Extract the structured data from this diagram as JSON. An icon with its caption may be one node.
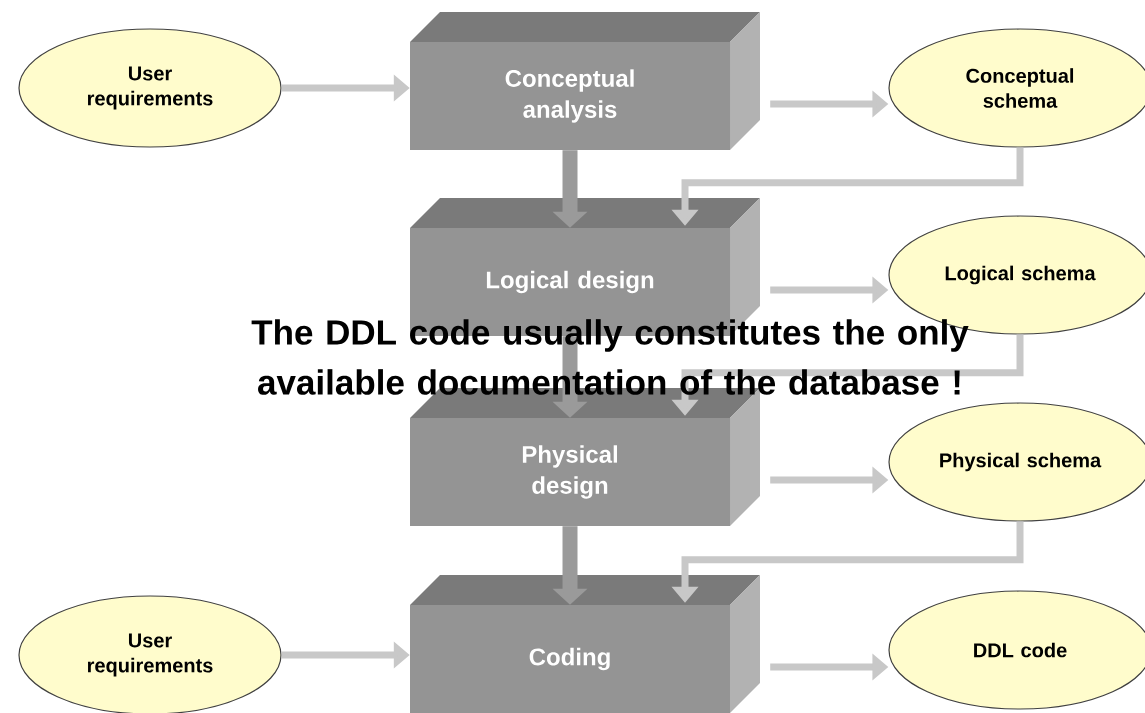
{
  "diagram": {
    "nodes": [
      {
        "text": [
          "User requirements"
        ]
      },
      {
        "text": [
          "Conceptual analysis"
        ]
      },
      {
        "text": [
          "Conceptual schema"
        ]
      },
      {
        "text": [
          "Logical design"
        ]
      },
      {
        "text": [
          "Logical schema"
        ]
      },
      {
        "text": [
          "Physical design"
        ]
      },
      {
        "text": [
          "Physical schema"
        ]
      },
      {
        "text": [
          "User requirements"
        ]
      },
      {
        "text": [
          "Coding"
        ]
      },
      {
        "text": [
          "DDL code"
        ]
      }
    ],
    "edges": [
      {
        "from": 0,
        "to": 1,
        "arrow": "to"
      },
      {
        "from": 1,
        "to": 2,
        "arrow": "to"
      },
      {
        "from": 1,
        "to": 3,
        "arrow": "to",
        "style": "thick",
        "color": "#9a9a9a"
      },
      {
        "from": 2,
        "to": 3,
        "arrow": "to"
      },
      {
        "from": 3,
        "to": 4,
        "arrow": "to"
      },
      {
        "from": 3,
        "to": 5,
        "arrow": "to",
        "style": "thick",
        "color": "#9a9a9a"
      },
      {
        "from": 4,
        "to": 5,
        "arrow": "to"
      },
      {
        "from": 5,
        "to": 6,
        "arrow": "to"
      },
      {
        "from": 5,
        "to": 8,
        "arrow": "to",
        "style": "thick",
        "color": "#9a9a9a"
      },
      {
        "from": 6,
        "to": 8,
        "arrow": "to"
      },
      {
        "from": 7,
        "to": 8,
        "arrow": "to"
      },
      {
        "from": 8,
        "to": 9,
        "arrow": "to"
      }
    ],
    "labels": [
      "The DDL code usually constitutes the only available documentation of the database !"
    ]
  }
}
